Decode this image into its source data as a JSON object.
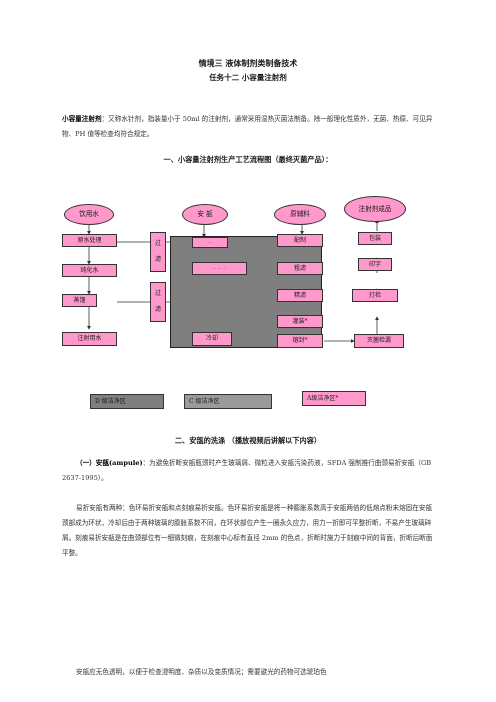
{
  "title": "情境三  液体制剂类制备技术",
  "subtitle": "任务十二  小容量注射剂",
  "intro": {
    "term": "小容量注射剂",
    "text": "：又称水针剂，指装量小于 50ml 的注射剂，通常采用湿热灭菌法制备。除一般理化性质外，无菌、热原、可见异物、PH 值等检查均符合规定。"
  },
  "section1_title": "一、小容量注射剂生产工艺流程图（最终灭菌产品）：",
  "flow": {
    "water_source": "饮用水",
    "ampoule": "安 瓿",
    "raw_material": "原辅料",
    "product": "注射剂成品",
    "pretreat": "原水处理",
    "purified": "纯化水",
    "distill": "蒸馏",
    "wfi": "注射用水",
    "filter1a": "过",
    "filter1b": "滤",
    "filter2a": "过",
    "filter2b": "滤",
    "amp_step1": "···",
    "amp_step2": "··· ··· ···",
    "cool": "冷却",
    "prepare": "配制",
    "coarse_filter": "粗滤",
    "fine_filter": "精滤",
    "fill": "灌装*",
    "seal": "熔封*",
    "pack": "包装",
    "print": "印字",
    "inspect": "灯检",
    "sterilize": "灭菌检漏",
    "zone_d": "D 级洁净区",
    "zone_c": "C 级洁净区",
    "zone_a": "A级洁净区*"
  },
  "section2_title": "二、安瓿的洗涤 （播放视频后讲解以下内容）",
  "p1_lead": "（一）安瓿(ampule)",
  "p1_text": "：为避免折断安瓿瓶颈时产生玻璃屑、微粒进入安瓿污染药液，SFDA 强制推行曲颈易折安瓿（GB 2637-1995）。",
  "p2": "易折安瓿有两种：色环易折安瓿和点刻痕易折安瓿。色环易折安瓿是将一种膨胀系数高于安瓿两倍的低熔点粉末熔固在安瓿颈部成为环状，冷却后由于两种玻璃的膨胀系数不同，在环状部位产生一圈永久应力，用力一折即可平整折断，不易产生玻璃碎屑。刻痕易折安瓿是在曲颈部位有一细微刻痕，在刻痕中心标有直径 2mm 的色点，折断时施力于刻痕中间的背面，折断后断面平整。",
  "p3": "安瓿应无色透明，以便于检查澄明度、杂质以及变质情况；需要避光的药物可选琥珀色"
}
